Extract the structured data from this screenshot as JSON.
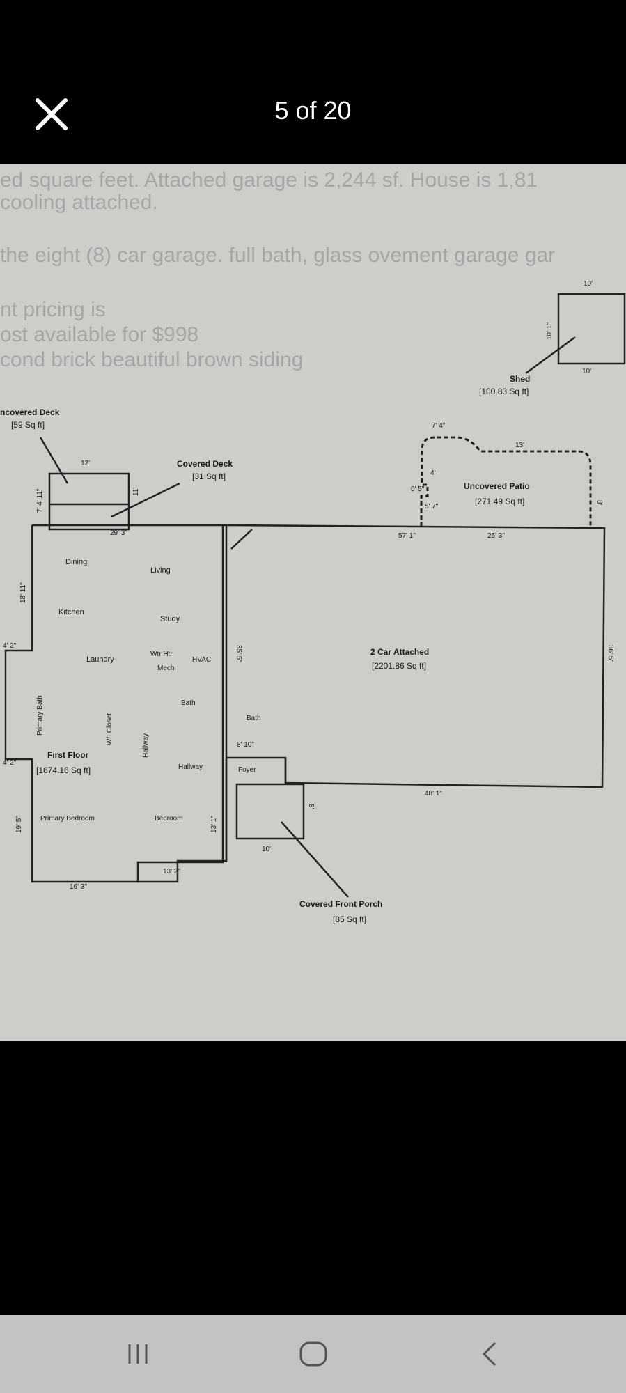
{
  "viewer": {
    "counter": "5 of 20"
  },
  "plan": {
    "uncovered_deck": "ncovered Deck",
    "uncovered_deck_area": "[59 Sq ft]",
    "covered_deck": "Covered Deck",
    "covered_deck_area": "[31 Sq ft]",
    "shed": "Shed",
    "shed_area": "[100.83 Sq ft]",
    "uncovered_patio": "Uncovered Patio",
    "uncovered_patio_area": "[271.49 Sq ft]",
    "garage": "2 Car Attached",
    "garage_area": "[2201.86 Sq ft]",
    "first_floor": "First Floor",
    "first_floor_area": "[1674.16 Sq ft]",
    "front_porch": "Covered Front Porch",
    "front_porch_area": "[85 Sq ft]",
    "rooms": {
      "dining": "Dining",
      "living": "Living",
      "kitchen": "Kitchen",
      "study": "Study",
      "laundry": "Laundry",
      "wtr_htr": "Wtr Htr",
      "hvac": "HVAC",
      "mech": "Mech",
      "bath1": "Bath",
      "bath2": "Bath",
      "primary_bath": "Primary Bath",
      "wi_closet": "W/I Closet",
      "hallway_v": "Hallway",
      "hallway_h": "Hallway",
      "foyer": "Foyer",
      "primary_bedroom": "Primary Bedroom",
      "bedroom": "Bedroom"
    },
    "dims": {
      "d10a": "10'",
      "d10b": "10'",
      "d10c": "10' 1\"",
      "d12": "12'",
      "d7_4": "7' 4\"",
      "d13": "13'",
      "d29_3": "29' 3\"",
      "d57_1": "57' 1\"",
      "d25_3": "25' 3\"",
      "d18_11": "18' 11\"",
      "d4_2a": "4' 2\"",
      "d4_2b": "4' 2\"",
      "d19_5": "19' 5\"",
      "d16_3": "16' 3\"",
      "d13_2": "13' 2\"",
      "d13_1": "13' 1\"",
      "d35_5": "35' 5\"",
      "d8_10": "8' 10\"",
      "d48_1": "48' 1\"",
      "d10_porch": "10'",
      "d8_porch": "8'",
      "d36_5": "36' 5\"",
      "d0_5": "0' 5\"",
      "d5_7": "5' 7\"",
      "d4": "4'",
      "d8": "8'",
      "d7_4_11": "7' 4' 11\"",
      "d11": "11'"
    }
  },
  "background_text": {
    "line1": "ed square feet. Attached garage is 2,244 sf. House is 1,81",
    "line2": "cooling attached.",
    "line3": "the eight (8) car garage. full bath, glass ovement garage gar",
    "line4": "nt pricing is",
    "line5": "ost available for $998",
    "line6": "cond brick beautiful brown siding"
  }
}
